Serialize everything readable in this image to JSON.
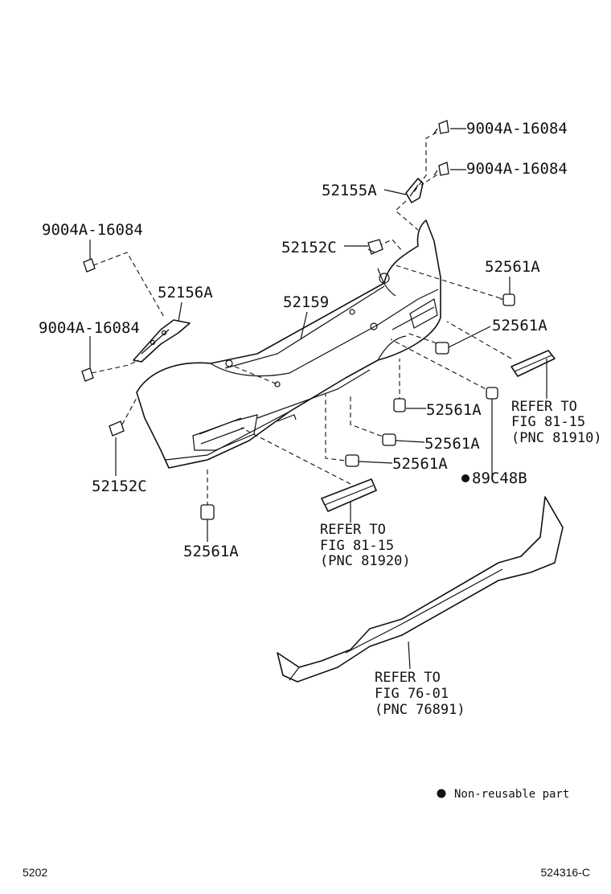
{
  "diagram": {
    "labels": {
      "clip_top_1": "9004A-16084",
      "clip_top_2": "9004A-16084",
      "bracket_right": "52155A",
      "clip_left_1": "9004A-16084",
      "clip_left_2": "9004A-16084",
      "retainer_top": "52152C",
      "retainer_left": "52152C",
      "bracket_left": "52156A",
      "bumper_cover": "52159",
      "clip_r1": "52561A",
      "clip_r2": "52561A",
      "clip_c1": "52561A",
      "clip_c2": "52561A",
      "clip_c3": "52561A",
      "clip_bottom": "52561A",
      "nonreusable_part": "89C48B"
    },
    "refers": {
      "right_reflector": [
        "REFER TO",
        "FIG 81-15",
        "(PNC 81910)"
      ],
      "left_reflector": [
        "REFER TO",
        "FIG 81-15",
        "(PNC 81920)"
      ],
      "spoiler": [
        "REFER TO",
        "FIG 76-01",
        "(PNC 76891)"
      ]
    },
    "legend": {
      "symbol": "dot",
      "text": "Non-reusable part"
    },
    "footer": {
      "left_code": "5202",
      "right_code": "524316-C"
    }
  }
}
